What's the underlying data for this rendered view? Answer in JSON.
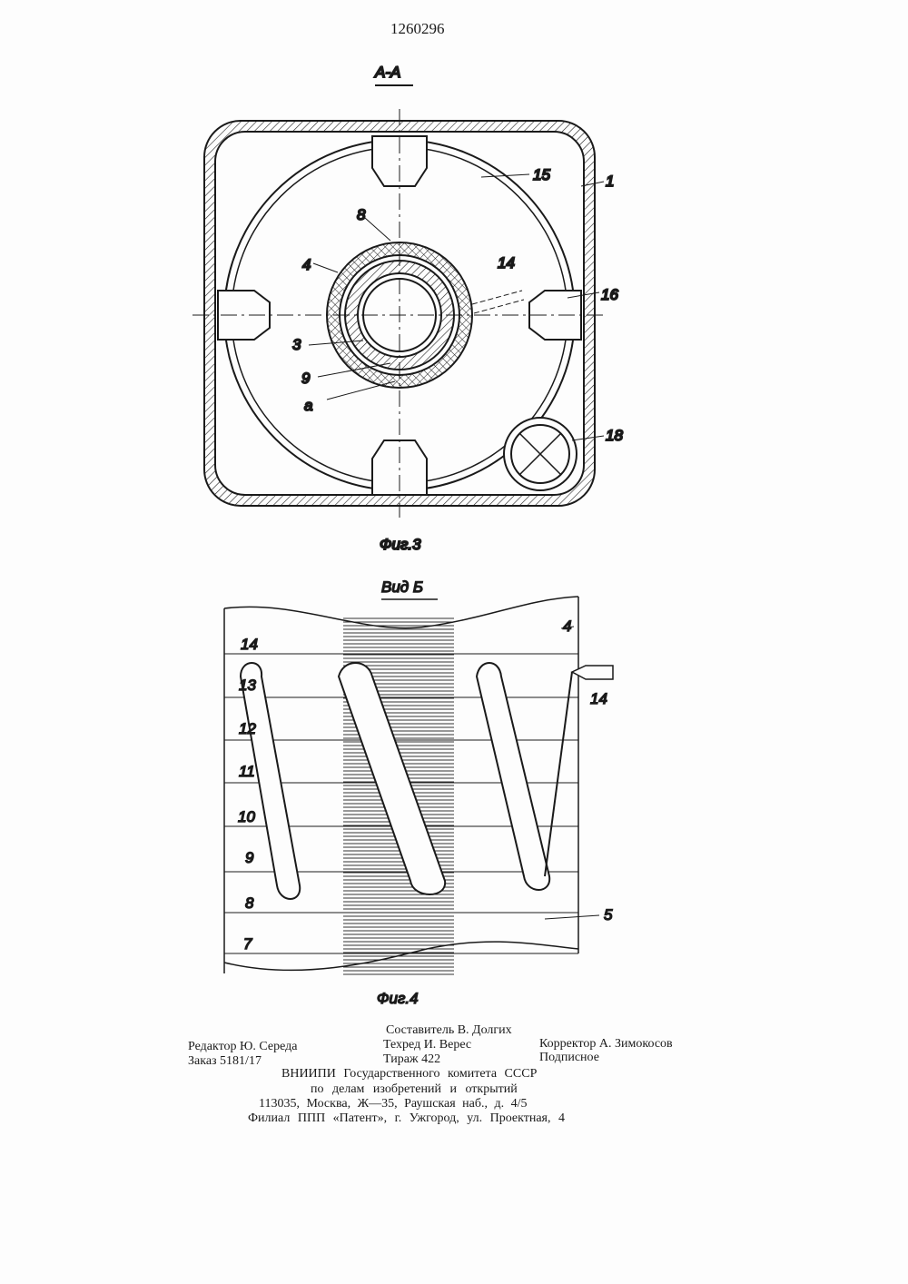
{
  "patent_number": "1260296",
  "fig3": {
    "section": "А-А",
    "caption": "Фиг.3",
    "labels": {
      "l15": "15",
      "l1": "1",
      "l8": "8",
      "l4": "4",
      "l14": "14",
      "l16": "16",
      "l3": "3",
      "l9": "9",
      "la": "a",
      "l18": "18"
    }
  },
  "fig4": {
    "view": "Вид Б",
    "caption": "Фиг.4",
    "labels": {
      "l4": "4",
      "l14r": "14",
      "l5": "5"
    },
    "rows": [
      "14",
      "13",
      "12",
      "11",
      "10",
      "9",
      "8",
      "7"
    ]
  },
  "footer": {
    "compiler": "Составитель В. Долгих",
    "editor": "Редактор Ю. Середа",
    "techred": "Техред И. Верес",
    "corrector": "Корректор А. Зимокосов",
    "order": "Заказ 5181/17",
    "circulation": "Тираж 422",
    "subscription": "Подписное",
    "org1": "ВНИИПИ Государственного комитета СССР",
    "org2": "по делам изобретений и открытий",
    "address": "113035, Москва, Ж—35, Раушская наб., д. 4/5",
    "branch": "Филиал ППП «Патент», г. Ужгород, ул. Проектная, 4"
  }
}
